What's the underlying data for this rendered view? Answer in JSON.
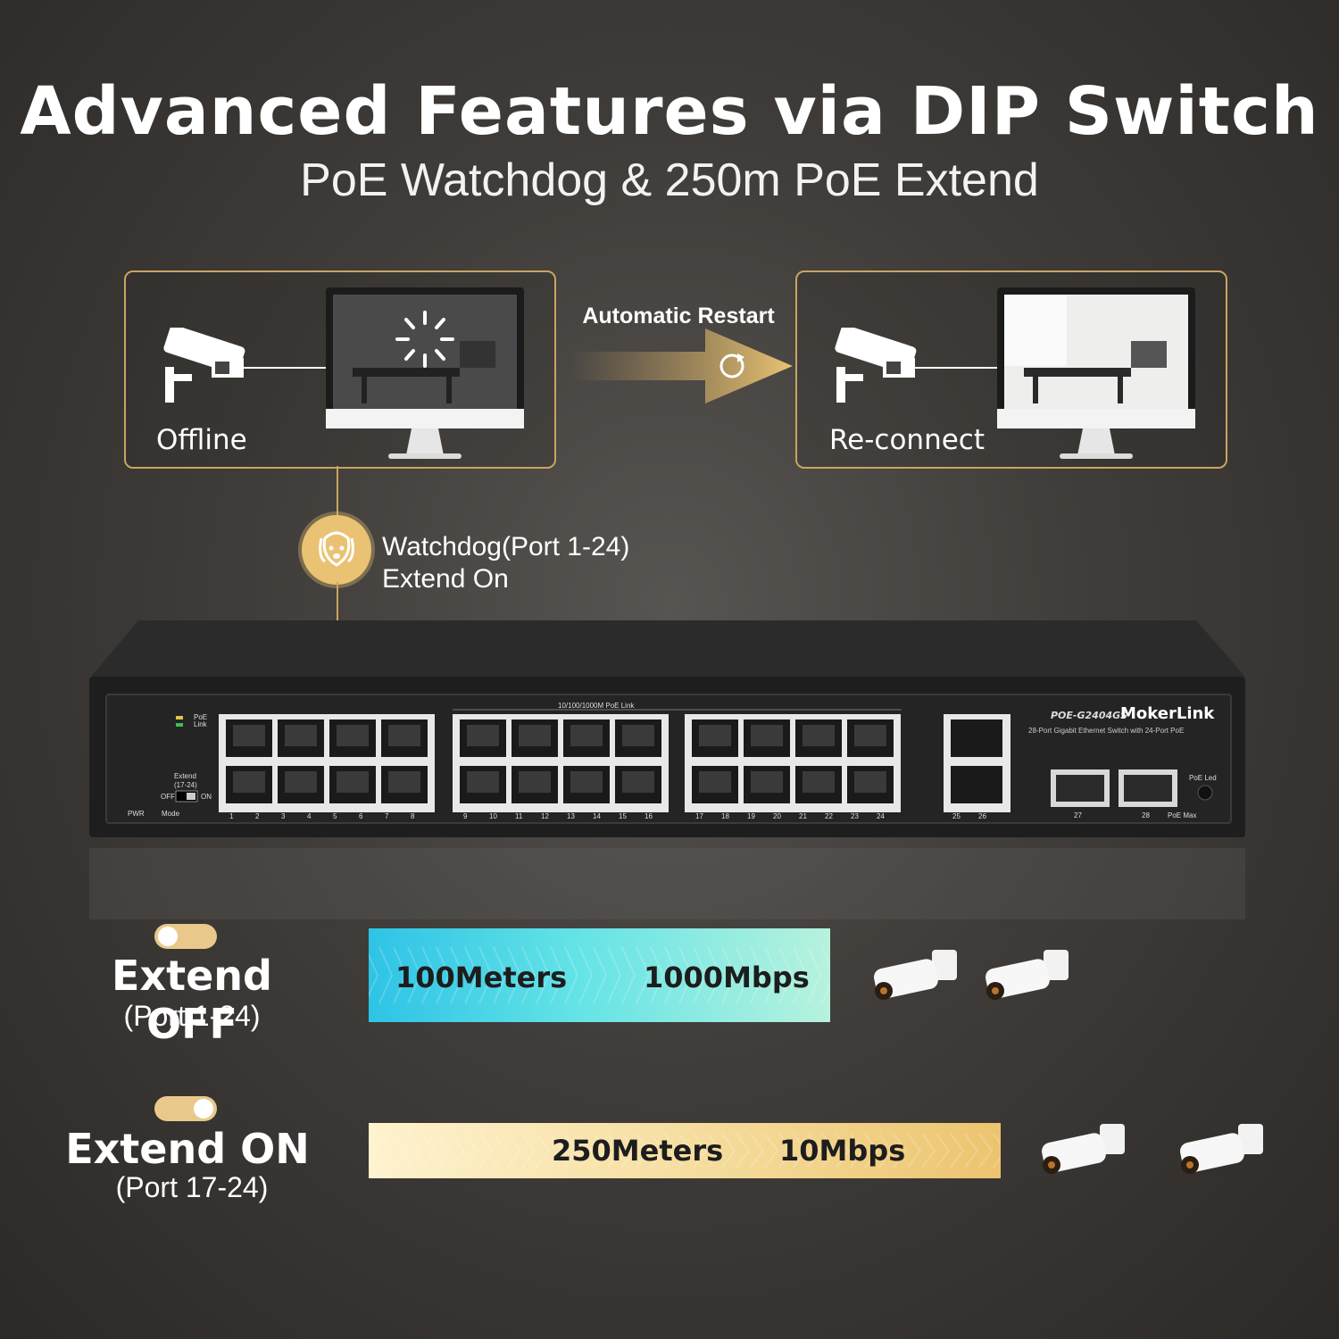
{
  "header": {
    "title": "Advanced Features via DIP Switch",
    "subtitle": "PoE Watchdog & 250m PoE Extend"
  },
  "flow": {
    "left_label": "Offline",
    "right_label": "Re-connect",
    "arrow_label": "Automatic Restart",
    "watchdog_line1": "Watchdog(Port 1-24)",
    "watchdog_line2": "Extend On",
    "accent_color": "#c9a461"
  },
  "switch": {
    "model": "POE-G2404GS",
    "brand": "MokerLink",
    "description": "28-Port Gigabit Ethernet Switch with 24-Port PoE",
    "link_label": "10/100/1000M PoE Link",
    "legend_poe": "PoE",
    "legend_link": "Link",
    "extend_label": "Extend",
    "extend_range": "(17-24)",
    "off_label": "OFF",
    "on_label": "ON",
    "pwr_label": "PWR",
    "mode_label": "Mode",
    "poe_led_label": "PoE Led",
    "poe_max_label": "PoE Max",
    "ports": [
      "1",
      "2",
      "3",
      "4",
      "5",
      "6",
      "7",
      "8",
      "9",
      "10",
      "11",
      "12",
      "13",
      "14",
      "15",
      "16",
      "17",
      "18",
      "19",
      "20",
      "21",
      "22",
      "23",
      "24",
      "25",
      "26",
      "27",
      "28"
    ]
  },
  "modes": {
    "off": {
      "title": "Extend OFF",
      "ports": "(Port 1-24)",
      "distance": "100Meters",
      "speed": "1000Mbps"
    },
    "on": {
      "title": "Extend ON",
      "ports": "(Port 17-24)",
      "distance": "250Meters",
      "speed": "10Mbps"
    }
  },
  "icons": [
    "camera-icon",
    "monitor-icon",
    "restart-icon",
    "dog-icon",
    "bullet-camera-icon",
    "toggle-icon"
  ]
}
